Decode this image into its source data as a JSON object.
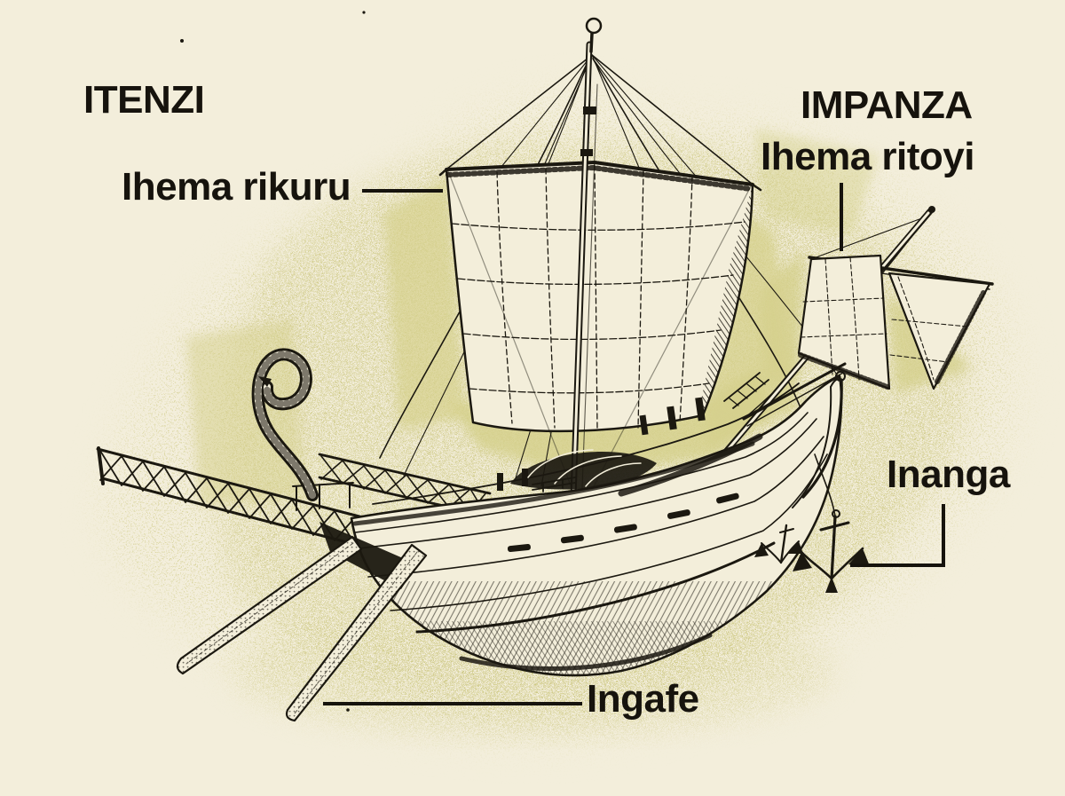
{
  "palette": {
    "background": "#f3eedb",
    "speckle_olive": "#c9c478",
    "patch_olive": "#d5d08c",
    "ink": "#1b1810",
    "label_color": "#16130d"
  },
  "headings": {
    "left": "ITENZI",
    "right": "IMPANZA"
  },
  "labels": {
    "main_sail": "Ihema rikuru",
    "small_sail": "Ihema ritoyi",
    "anchor": "Inanga",
    "steering_oar": "Ingafe"
  }
}
